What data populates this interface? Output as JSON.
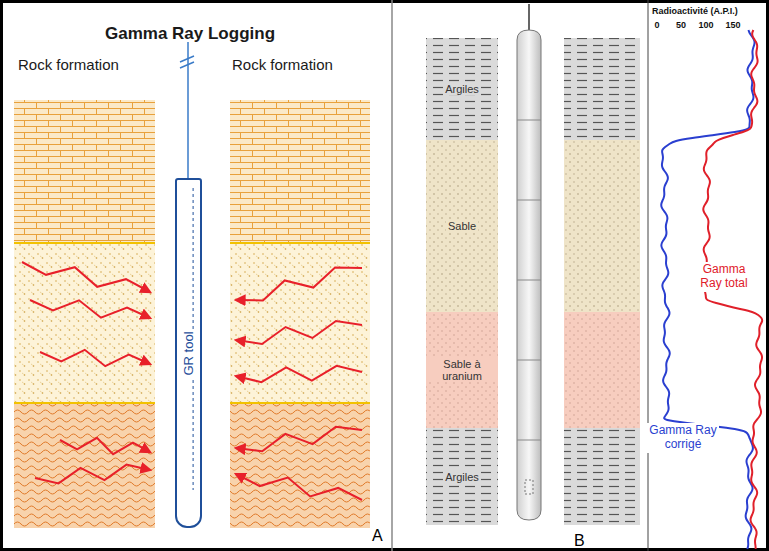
{
  "diagram": {
    "title": "Gamma Ray Logging",
    "nodes": [
      {
        "text": [
          "GR tool"
        ]
      },
      {
        "text": [
          "Argiles"
        ]
      },
      {
        "text": [
          "Sable"
        ]
      },
      {
        "text": [
          "Sable à uranium"
        ]
      },
      {
        "text": [
          "Argiles"
        ]
      }
    ],
    "labels": [
      "Rock formation",
      "Rock formation",
      "A",
      "Radioactivité (A.P.I.)",
      "0",
      "50",
      "100",
      "150",
      "Gamma Ray total",
      "Gamma Ray corrigé",
      "B"
    ]
  }
}
